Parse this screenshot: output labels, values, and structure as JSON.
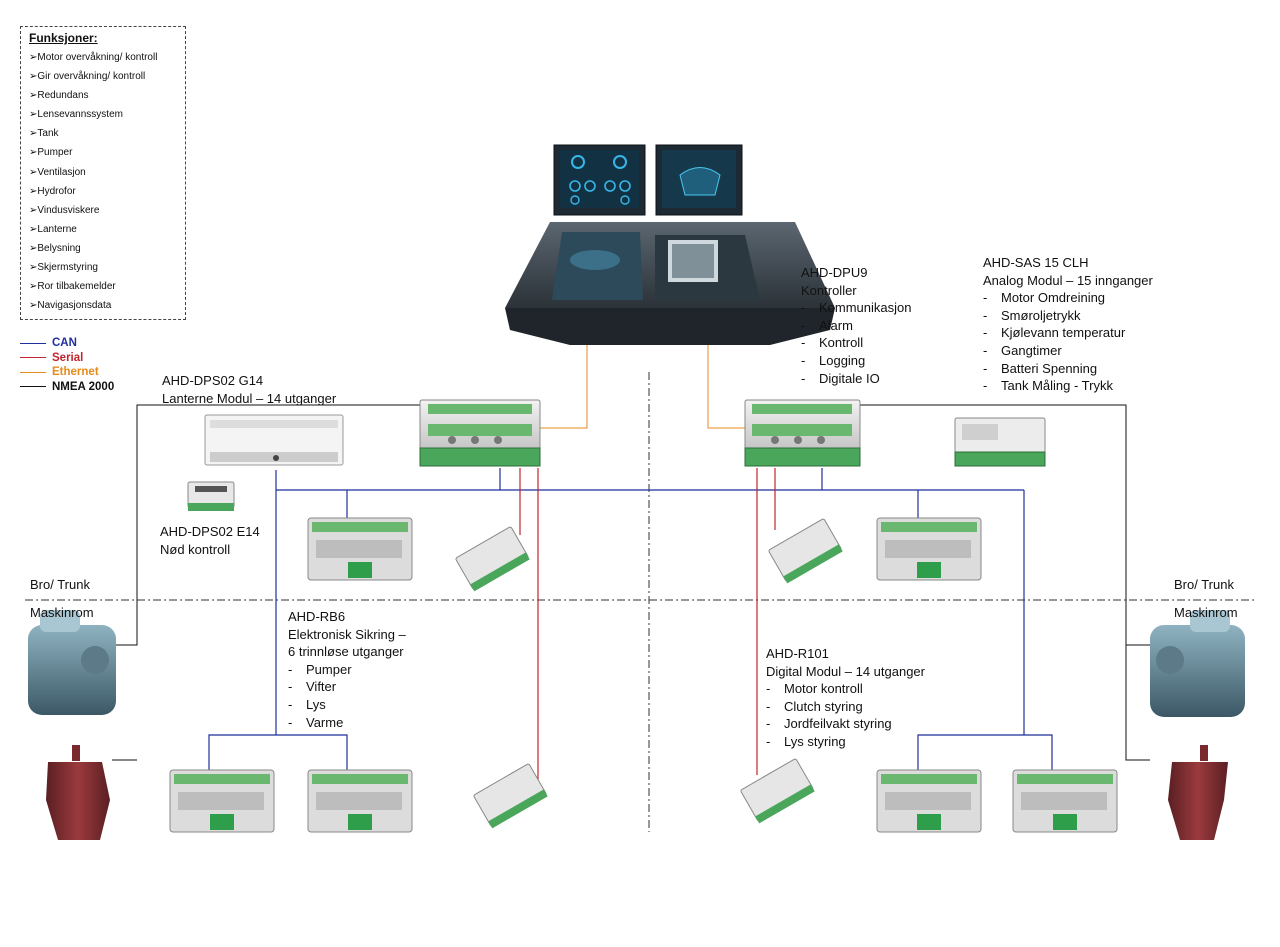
{
  "funksjoner": {
    "title": "Funksjoner:",
    "bullet": "➢",
    "items": [
      "Motor overvåkning/ kontroll",
      "Gir overvåkning/ kontroll",
      "Redundans",
      "Lensevannssystem",
      "Tank",
      "Pumper",
      "Ventilasjon",
      "Hydrofor",
      "Vindusviskere",
      "Lanterne",
      "Belysning",
      "Skjermstyring",
      "Ror tilbakemelder",
      "Navigasjonsdata"
    ]
  },
  "legend": [
    {
      "label": "CAN",
      "color": "#1f2f9c"
    },
    {
      "label": "Serial",
      "color": "#c0262d"
    },
    {
      "label": "Ethernet",
      "color": "#e68a1c"
    },
    {
      "label": "NMEA 2000",
      "color": "#111111"
    }
  ],
  "zones": {
    "bro_left": "Bro/ Trunk",
    "maskin_left": "Maskinrom",
    "bro_right": "Bro/ Trunk",
    "maskin_right": "Maskinrom"
  },
  "labels": {
    "dpu9": {
      "title": "AHD-DPU9",
      "sub": "Kontroller",
      "items": [
        "Kommunikasjon",
        "Alarm",
        "Kontroll",
        "Logging",
        "Digitale IO"
      ]
    },
    "sas15": {
      "title": "AHD-SAS 15 CLH",
      "sub": "Analog Modul – 15 innganger",
      "items": [
        "Motor Omdreining",
        "Smøroljetrykk",
        "Kjølevann temperatur",
        "Gangtimer",
        "Batteri Spenning",
        "Tank Måling - Trykk"
      ]
    },
    "dps02g14": {
      "title": "AHD-DPS02 G14",
      "sub": "Lanterne Modul – 14  utganger"
    },
    "dps02e14": {
      "title": "AHD-DPS02 E14",
      "sub": "Nød kontroll"
    },
    "rb6": {
      "title": "AHD-RB6",
      "sub": "Elektronisk Sikring –",
      "sub2": "6 trinnløse utganger",
      "items": [
        "Pumper",
        "Vifter",
        "Lys",
        "Varme"
      ]
    },
    "r101": {
      "title": "AHD-R101",
      "sub": "Digital Modul – 14 utganger",
      "items": [
        "Motor kontroll",
        "Clutch styring",
        "Jordfeilvakt styring",
        "Lys styring"
      ]
    }
  },
  "colors": {
    "can": "#1f2f9c",
    "serial": "#c0262d",
    "ethernet": "#e68a1c",
    "nmea": "#111111",
    "divider": "#333333"
  }
}
